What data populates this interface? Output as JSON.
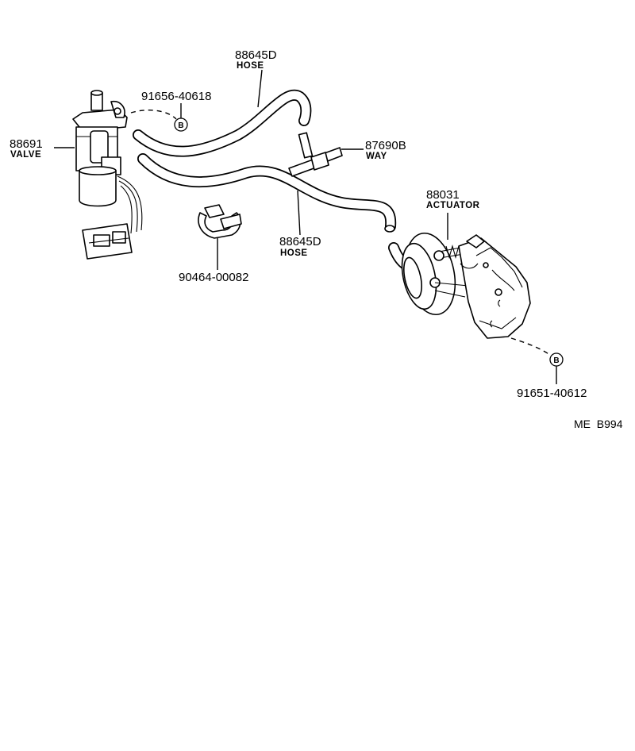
{
  "callouts": {
    "hose_top": {
      "part_no": "88645D",
      "desc": "HOSE"
    },
    "bolt_left": {
      "part_no": "91656-40618"
    },
    "valve": {
      "part_no": "88691",
      "desc": "VALVE"
    },
    "way": {
      "part_no": "87690B",
      "desc": "WAY"
    },
    "actuator": {
      "part_no": "88031",
      "desc": "ACTUATOR"
    },
    "hose_lower": {
      "part_no": "88645D",
      "desc": "HOSE"
    },
    "clamp": {
      "part_no": "90464-00082"
    },
    "bolt_right": {
      "part_no": "91651-40612"
    }
  },
  "bolt_symbol": "B",
  "drawing_ref": "ME  B994",
  "icons": [
    "valve-icon",
    "hose-icon",
    "way-connector-icon",
    "clamp-icon",
    "actuator-icon",
    "bolt-icon"
  ]
}
